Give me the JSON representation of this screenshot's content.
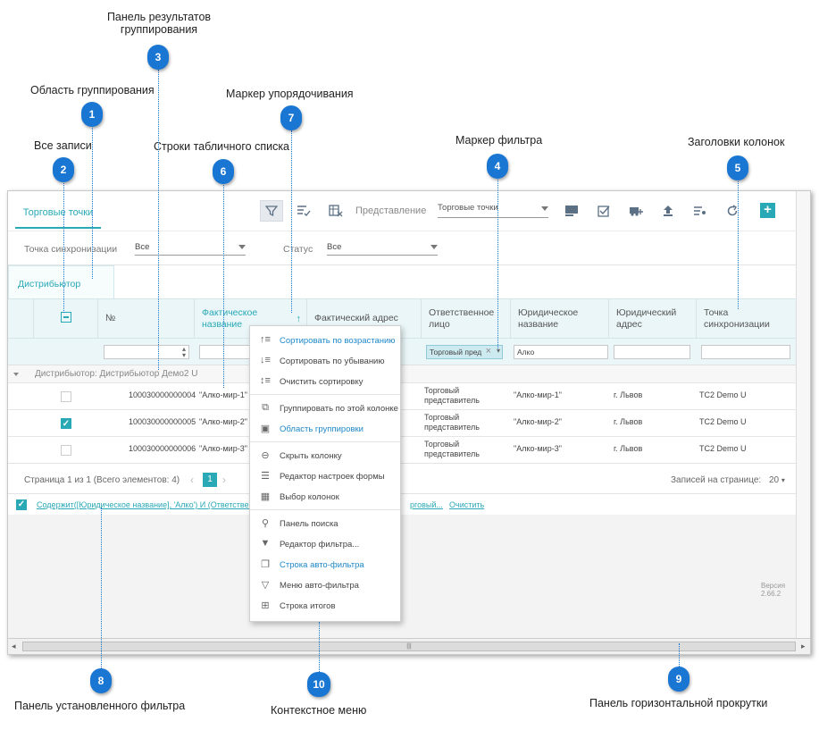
{
  "callouts": [
    {
      "num": "1",
      "label": "Область группирования"
    },
    {
      "num": "2",
      "label": "Все записи"
    },
    {
      "num": "3",
      "label": "Панель результатов группирования"
    },
    {
      "num": "4",
      "label": "Маркер фильтра"
    },
    {
      "num": "5",
      "label": "Заголовки колонок"
    },
    {
      "num": "6",
      "label": "Строки табличного списка"
    },
    {
      "num": "7",
      "label": "Маркер упорядочивания"
    },
    {
      "num": "8",
      "label": "Панель установленного фильтра"
    },
    {
      "num": "9",
      "label": "Панель горизонтальной прокрутки"
    },
    {
      "num": "10",
      "label": "Контекстное меню"
    }
  ],
  "toolbar": {
    "tab_label": "Торговые точки",
    "view_label": "Представление",
    "view_value": "Торговые точки"
  },
  "filters": {
    "sync_label": "Точка синхронизации",
    "sync_value": "Все",
    "status_label": "Статус",
    "status_value": "Все"
  },
  "grouping": {
    "chip_label": "Дистрибьютор",
    "group_row_label": "Дистрибьютор: Дистрибьютор Демо2 U"
  },
  "columns": [
    {
      "label": "№"
    },
    {
      "label": "Фактическое название"
    },
    {
      "label": "Фактический адрес"
    },
    {
      "label": "Ответственное лицо"
    },
    {
      "label": "Юридическое название"
    },
    {
      "label": "Юридический адрес"
    },
    {
      "label": "Точка синхронизации"
    }
  ],
  "filter_cells": {
    "responsible": "Торговый пред",
    "legal_name": "Алко"
  },
  "rows": [
    {
      "checked": false,
      "num": "100030000000004",
      "name": "\"Алко-мир-1\"",
      "responsible": "Торговый представитель",
      "legal_name": "\"Алко-мир-1\"",
      "legal_addr": "г. Львов",
      "sync": "TC2 Demo U"
    },
    {
      "checked": true,
      "num": "100030000000005",
      "name": "\"Алко-мир-2\"",
      "responsible": "Торговый представитель",
      "legal_name": "\"Алко-мир-2\"",
      "legal_addr": "г. Львов",
      "sync": "TC2 Demo U"
    },
    {
      "checked": false,
      "num": "100030000000006",
      "name": "\"Алко-мир-3\"",
      "responsible": "Торговый представитель",
      "legal_name": "\"Алко-мир-3\"",
      "legal_addr": "г. Львов",
      "sync": "TC2 Demo U"
    }
  ],
  "pager": {
    "summary": "Страница 1 из 1 (Всего элементов: 4)",
    "current_page": "1",
    "per_page_label": "Записей на странице:",
    "per_page_value": "20"
  },
  "filter_bar": {
    "expression": "Содержит([Юридическое название], 'Алко') И (Ответственн",
    "expression_tail": "рговый...",
    "clear_label": "Очистить"
  },
  "version": "Версия 2.66.2",
  "context_menu": [
    {
      "label": "Сортировать по возрастанию",
      "icon": "sort-asc-icon",
      "glyph": "↑≡",
      "accent": true
    },
    {
      "label": "Сортировать по убыванию",
      "icon": "sort-desc-icon",
      "glyph": "↓≡",
      "accent": false
    },
    {
      "label": "Очистить сортировку",
      "icon": "clear-sort-icon",
      "glyph": "↕≡",
      "accent": false
    },
    {
      "label": "Группировать по этой колонке",
      "icon": "group-column-icon",
      "glyph": "⧉",
      "accent": false
    },
    {
      "label": "Область группировки",
      "icon": "group-area-icon",
      "glyph": "▣",
      "accent": true
    },
    {
      "label": "Скрыть колонку",
      "icon": "hide-column-icon",
      "glyph": "⊖",
      "accent": false
    },
    {
      "label": "Редактор настроек формы",
      "icon": "form-settings-icon",
      "glyph": "☰",
      "accent": false
    },
    {
      "label": "Выбор колонок",
      "icon": "column-chooser-icon",
      "glyph": "▦",
      "accent": false
    },
    {
      "label": "Панель поиска",
      "icon": "search-icon",
      "glyph": "⚲",
      "accent": false
    },
    {
      "label": "Редактор фильтра...",
      "icon": "filter-editor-icon",
      "glyph": "▼",
      "accent": false
    },
    {
      "label": "Строка авто-фильтра",
      "icon": "auto-filter-row-icon",
      "glyph": "❐",
      "accent": true
    },
    {
      "label": "Меню авто-фильтра",
      "icon": "auto-filter-menu-icon",
      "glyph": "▽",
      "accent": false
    },
    {
      "label": "Строка итогов",
      "icon": "totals-row-icon",
      "glyph": "⊞",
      "accent": false
    }
  ],
  "colors": {
    "accent": "#29a8b5",
    "callout": "#1976d2"
  }
}
